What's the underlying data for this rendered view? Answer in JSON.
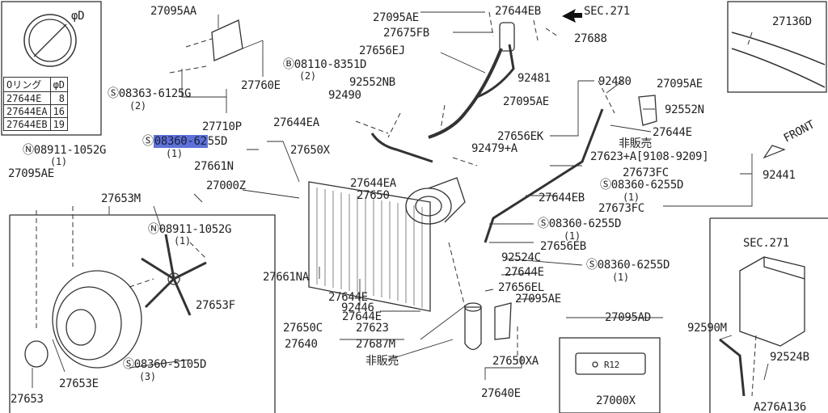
{
  "oring_table": {
    "header": [
      "Oリング",
      "φD"
    ],
    "rows": [
      [
        "27644E",
        "8"
      ],
      [
        "27644EA",
        "16"
      ],
      [
        "27644EB",
        "19"
      ]
    ]
  },
  "diameter_symbol": "φD",
  "labels": {
    "p27095AA": "27095AA",
    "p27095AE_top": "27095AE",
    "p27644EB_top": "27644EB",
    "sec271_top": "SEC.271",
    "p27136D": "27136D",
    "p27675FB": "27675FB",
    "p27688": "27688",
    "p27656EJ": "27656EJ",
    "b08110": "08110-8351D",
    "b08110_qty": "(2)",
    "p92552NB": "92552NB",
    "p92481": "92481",
    "p92480": "92480",
    "p27095AE_r": "27095AE",
    "p92552N": "92552N",
    "p27760E": "27760E",
    "s08363": "08363-6125G",
    "s08363_qty": "(2)",
    "p92490": "92490",
    "p27095AE_mid": "27095AE",
    "p27644E_r": "27644E",
    "p27710P": "27710P",
    "s08360_hl_part": "08360-62",
    "s08360_rest": "55D",
    "s08360_qty": "(1)",
    "p27644EA_l": "27644EA",
    "p27656EK": "27656EK",
    "hihanbai_r": "非販売",
    "front": "FRONT",
    "n08911_top": "08911-1052G",
    "n08911_top_qty": "(1)",
    "p27650X": "27650X",
    "p92479A": "92479+A",
    "p27623A": "27623+A[9108-9209]",
    "p27095AE_left": "27095AE",
    "p27661N": "27661N",
    "p27673FC_a": "27673FC",
    "p92441": "92441",
    "p27000Z": "27000Z",
    "p27644EA_m": "27644EA",
    "s08360_b": "08360-6255D",
    "s08360_b_qty": "(1)",
    "p27650": "27650",
    "p27644EB_m": "27644EB",
    "p27653M": "27653M",
    "p27673FC_b": "27673FC",
    "n08911_mid": "08911-1052G",
    "n08911_mid_qty": "(1)",
    "s08360_c": "08360-6255D",
    "s08360_c_qty": "(1)",
    "p27656EB": "27656EB",
    "sec271_right": "SEC.271",
    "p92524C": "92524C",
    "s08360_d": "08360-6255D",
    "s08360_d_qty": "(1)",
    "p27644E_m": "27644E",
    "p27661NA": "27661NA",
    "p27656EL": "27656EL",
    "p27653F": "27653F",
    "p27644E_b": "27644E",
    "p92446": "92446",
    "p27095AE_b": "27095AE",
    "p27644E_c": "27644E",
    "p92590M": "92590M",
    "p27095AD": "27095AD",
    "p27650C": "27650C",
    "p27623": "27623",
    "p92524B": "92524B",
    "s08360_e": "08360-5105D",
    "s08360_e_qty": "(3)",
    "p27640": "27640",
    "p27687M": "27687M",
    "p27650XA": "27650XA",
    "hihanbai_b": "非販売",
    "p27653E": "27653E",
    "p27653": "27653",
    "p27640E": "27640E",
    "p27000X": "27000X",
    "r12": "R12",
    "a276": "A276A136"
  }
}
